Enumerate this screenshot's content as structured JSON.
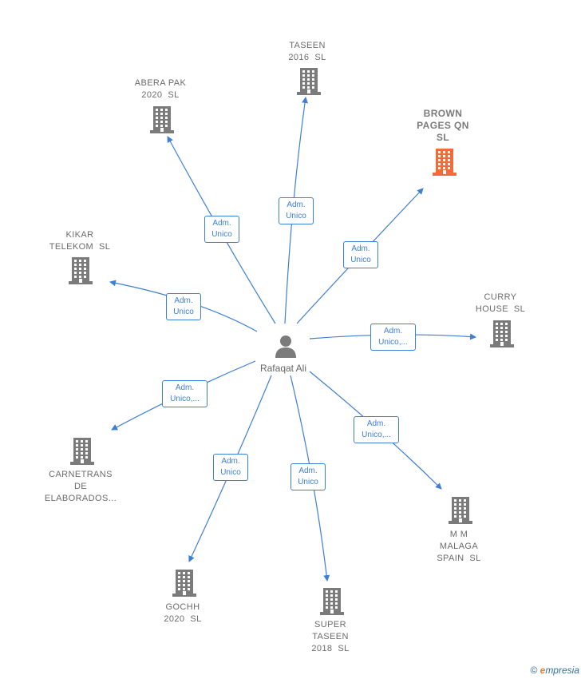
{
  "center": {
    "name": "Rafaqat Ali",
    "icon": "person-icon"
  },
  "colors": {
    "edge": "#3d7fd6",
    "building": "#7b7b7b",
    "highlight": "#f26b3a"
  },
  "companies": [
    {
      "id": "taseen-2016",
      "lines": [
        "TASEEN",
        "2016  SL"
      ],
      "highlight": false
    },
    {
      "id": "abera-pak-2020",
      "lines": [
        "ABERA PAK",
        "2020  SL"
      ],
      "highlight": false
    },
    {
      "id": "brown-pages-qn",
      "lines": [
        "BROWN",
        "PAGES QN",
        "SL"
      ],
      "highlight": true
    },
    {
      "id": "kikar-telekom",
      "lines": [
        "KIKAR",
        "TELEKOM  SL"
      ],
      "highlight": false
    },
    {
      "id": "curry-house",
      "lines": [
        "CURRY",
        "HOUSE  SL"
      ],
      "highlight": false
    },
    {
      "id": "carnetrans",
      "lines": [
        "CARNETRANS",
        "DE",
        "ELABORADOS..."
      ],
      "highlight": false
    },
    {
      "id": "mm-malaga-spain",
      "lines": [
        "M M",
        "MALAGA",
        "SPAIN  SL"
      ],
      "highlight": false
    },
    {
      "id": "gochh-2020",
      "lines": [
        "GOCHH",
        "2020  SL"
      ],
      "highlight": false
    },
    {
      "id": "super-taseen-2018",
      "lines": [
        "SUPER",
        "TASEEN",
        "2018  SL"
      ],
      "highlight": false
    }
  ],
  "edges": [
    {
      "to": "taseen-2016",
      "label": [
        "Adm.",
        "Unico"
      ]
    },
    {
      "to": "abera-pak-2020",
      "label": [
        "Adm.",
        "Unico"
      ]
    },
    {
      "to": "brown-pages-qn",
      "label": [
        "Adm.",
        "Unico"
      ]
    },
    {
      "to": "kikar-telekom",
      "label": [
        "Adm.",
        "Unico"
      ]
    },
    {
      "to": "curry-house",
      "label": [
        "Adm.",
        "Unico,..."
      ]
    },
    {
      "to": "carnetrans",
      "label": [
        "Adm.",
        "Unico,..."
      ]
    },
    {
      "to": "mm-malaga-spain",
      "label": [
        "Adm.",
        "Unico,..."
      ]
    },
    {
      "to": "gochh-2020",
      "label": [
        "Adm.",
        "Unico"
      ]
    },
    {
      "to": "super-taseen-2018",
      "label": [
        "Adm.",
        "Unico"
      ]
    }
  ],
  "footer": {
    "copyright": "©",
    "brand_initial": "e",
    "brand_rest": "mpresia"
  }
}
